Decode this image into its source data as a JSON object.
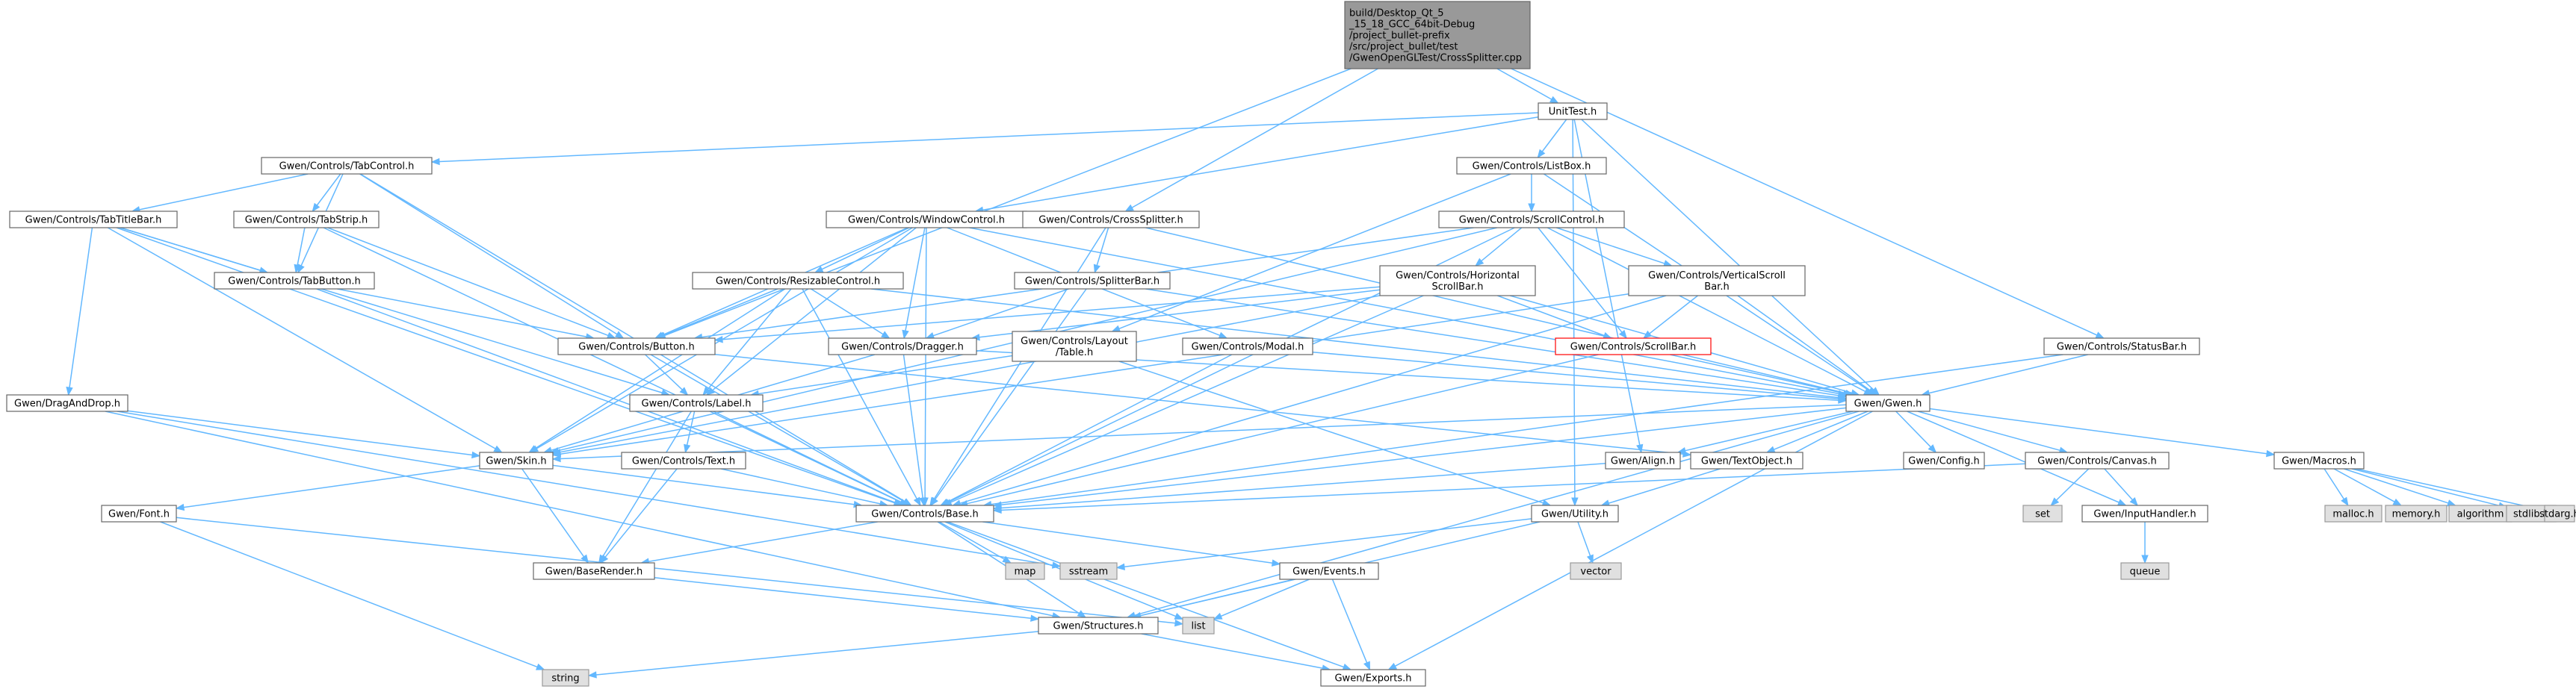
{
  "diagram": {
    "colors": {
      "edge": "#63b8ff",
      "node_fill": "#ffffff",
      "node_border": "#666666",
      "root_fill": "#999999",
      "root_border": "#666666",
      "system_fill": "#e0e0e0",
      "system_border": "#999999",
      "truncated_border": "#ff0000"
    },
    "nodes": [
      {
        "id": "root",
        "label": "build/Desktop_Qt_5_15_18_GCC_64bit-Debug/project_bullet-prefix/src/project_bullet/test/GwenOpenGLTest/CrossSplitter.cpp",
        "lines": [
          "build/Desktop_Qt_5",
          "_15_18_GCC_64bit-Debug",
          "/project_bullet-prefix",
          "/src/project_bullet/test",
          "/GwenOpenGLTest/CrossSplitter.cpp"
        ],
        "kind": "root"
      },
      {
        "id": "unittest",
        "label": "UnitTest.h",
        "lines": [
          "UnitTest.h"
        ],
        "kind": "normal"
      },
      {
        "id": "tabcontrol",
        "label": "Gwen/Controls/TabControl.h",
        "lines": [
          "Gwen/Controls/TabControl.h"
        ],
        "kind": "normal"
      },
      {
        "id": "listbox",
        "label": "Gwen/Controls/ListBox.h",
        "lines": [
          "Gwen/Controls/ListBox.h"
        ],
        "kind": "normal"
      },
      {
        "id": "tabtitlebar",
        "label": "Gwen/Controls/TabTitleBar.h",
        "lines": [
          "Gwen/Controls/TabTitleBar.h"
        ],
        "kind": "normal"
      },
      {
        "id": "tabstrip",
        "label": "Gwen/Controls/TabStrip.h",
        "lines": [
          "Gwen/Controls/TabStrip.h"
        ],
        "kind": "normal"
      },
      {
        "id": "windowcontrol",
        "label": "Gwen/Controls/WindowControl.h",
        "lines": [
          "Gwen/Controls/WindowControl.h"
        ],
        "kind": "normal"
      },
      {
        "id": "crosssplitter",
        "label": "Gwen/Controls/CrossSplitter.h",
        "lines": [
          "Gwen/Controls/CrossSplitter.h"
        ],
        "kind": "normal"
      },
      {
        "id": "scrollcontrol",
        "label": "Gwen/Controls/ScrollControl.h",
        "lines": [
          "Gwen/Controls/ScrollControl.h"
        ],
        "kind": "normal"
      },
      {
        "id": "tabbutton",
        "label": "Gwen/Controls/TabButton.h",
        "lines": [
          "Gwen/Controls/TabButton.h"
        ],
        "kind": "normal"
      },
      {
        "id": "resizable",
        "label": "Gwen/Controls/ResizableControl.h",
        "lines": [
          "Gwen/Controls/ResizableControl.h"
        ],
        "kind": "normal"
      },
      {
        "id": "splitterbar",
        "label": "Gwen/Controls/SplitterBar.h",
        "lines": [
          "Gwen/Controls/SplitterBar.h"
        ],
        "kind": "normal"
      },
      {
        "id": "hscroll",
        "label": "Gwen/Controls/HorizontalScrollBar.h",
        "lines": [
          "Gwen/Controls/Horizontal",
          "ScrollBar.h"
        ],
        "kind": "normal"
      },
      {
        "id": "vscroll",
        "label": "Gwen/Controls/VerticalScrollBar.h",
        "lines": [
          "Gwen/Controls/VerticalScroll",
          "Bar.h"
        ],
        "kind": "normal"
      },
      {
        "id": "button",
        "label": "Gwen/Controls/Button.h",
        "lines": [
          "Gwen/Controls/Button.h"
        ],
        "kind": "normal"
      },
      {
        "id": "dragger",
        "label": "Gwen/Controls/Dragger.h",
        "lines": [
          "Gwen/Controls/Dragger.h"
        ],
        "kind": "normal"
      },
      {
        "id": "layouttable",
        "label": "Gwen/Controls/Layout/Table.h",
        "lines": [
          "Gwen/Controls/Layout",
          "/Table.h"
        ],
        "kind": "normal"
      },
      {
        "id": "modal",
        "label": "Gwen/Controls/Modal.h",
        "lines": [
          "Gwen/Controls/Modal.h"
        ],
        "kind": "normal"
      },
      {
        "id": "scrollbar",
        "label": "Gwen/Controls/ScrollBar.h",
        "lines": [
          "Gwen/Controls/ScrollBar.h"
        ],
        "kind": "truncated"
      },
      {
        "id": "statusbar",
        "label": "Gwen/Controls/StatusBar.h",
        "lines": [
          "Gwen/Controls/StatusBar.h"
        ],
        "kind": "normal"
      },
      {
        "id": "draganddrop",
        "label": "Gwen/DragAndDrop.h",
        "lines": [
          "Gwen/DragAndDrop.h"
        ],
        "kind": "normal"
      },
      {
        "id": "label",
        "label": "Gwen/Controls/Label.h",
        "lines": [
          "Gwen/Controls/Label.h"
        ],
        "kind": "normal"
      },
      {
        "id": "gwen",
        "label": "Gwen/Gwen.h",
        "lines": [
          "Gwen/Gwen.h"
        ],
        "kind": "normal"
      },
      {
        "id": "skin",
        "label": "Gwen/Skin.h",
        "lines": [
          "Gwen/Skin.h"
        ],
        "kind": "normal"
      },
      {
        "id": "text",
        "label": "Gwen/Controls/Text.h",
        "lines": [
          "Gwen/Controls/Text.h"
        ],
        "kind": "normal"
      },
      {
        "id": "align",
        "label": "Gwen/Align.h",
        "lines": [
          "Gwen/Align.h"
        ],
        "kind": "normal"
      },
      {
        "id": "textobject",
        "label": "Gwen/TextObject.h",
        "lines": [
          "Gwen/TextObject.h"
        ],
        "kind": "normal"
      },
      {
        "id": "config",
        "label": "Gwen/Config.h",
        "lines": [
          "Gwen/Config.h"
        ],
        "kind": "normal"
      },
      {
        "id": "canvas",
        "label": "Gwen/Controls/Canvas.h",
        "lines": [
          "Gwen/Controls/Canvas.h"
        ],
        "kind": "normal"
      },
      {
        "id": "macros",
        "label": "Gwen/Macros.h",
        "lines": [
          "Gwen/Macros.h"
        ],
        "kind": "normal"
      },
      {
        "id": "font",
        "label": "Gwen/Font.h",
        "lines": [
          "Gwen/Font.h"
        ],
        "kind": "normal"
      },
      {
        "id": "base",
        "label": "Gwen/Controls/Base.h",
        "lines": [
          "Gwen/Controls/Base.h"
        ],
        "kind": "normal"
      },
      {
        "id": "utility",
        "label": "Gwen/Utility.h",
        "lines": [
          "Gwen/Utility.h"
        ],
        "kind": "normal"
      },
      {
        "id": "inputhandler",
        "label": "Gwen/InputHandler.h",
        "lines": [
          "Gwen/InputHandler.h"
        ],
        "kind": "normal"
      },
      {
        "id": "set",
        "label": "set",
        "lines": [
          "set"
        ],
        "kind": "system"
      },
      {
        "id": "malloc",
        "label": "malloc.h",
        "lines": [
          "malloc.h"
        ],
        "kind": "system"
      },
      {
        "id": "memory",
        "label": "memory.h",
        "lines": [
          "memory.h"
        ],
        "kind": "system"
      },
      {
        "id": "algorithm",
        "label": "algorithm",
        "lines": [
          "algorithm"
        ],
        "kind": "system"
      },
      {
        "id": "stdlib",
        "label": "stdlib.h",
        "lines": [
          "stdlib.h"
        ],
        "kind": "system"
      },
      {
        "id": "stdarg",
        "label": "stdarg.h",
        "lines": [
          "stdarg.h"
        ],
        "kind": "system"
      },
      {
        "id": "baserender",
        "label": "Gwen/BaseRender.h",
        "lines": [
          "Gwen/BaseRender.h"
        ],
        "kind": "normal"
      },
      {
        "id": "map",
        "label": "map",
        "lines": [
          "map"
        ],
        "kind": "system"
      },
      {
        "id": "sstream",
        "label": "sstream",
        "lines": [
          "sstream"
        ],
        "kind": "system"
      },
      {
        "id": "events",
        "label": "Gwen/Events.h",
        "lines": [
          "Gwen/Events.h"
        ],
        "kind": "normal"
      },
      {
        "id": "vector",
        "label": "vector",
        "lines": [
          "vector"
        ],
        "kind": "system"
      },
      {
        "id": "queue",
        "label": "queue",
        "lines": [
          "queue"
        ],
        "kind": "system"
      },
      {
        "id": "list",
        "label": "list",
        "lines": [
          "list"
        ],
        "kind": "system"
      },
      {
        "id": "structures",
        "label": "Gwen/Structures.h",
        "lines": [
          "Gwen/Structures.h"
        ],
        "kind": "normal"
      },
      {
        "id": "string",
        "label": "string",
        "lines": [
          "string"
        ],
        "kind": "system"
      },
      {
        "id": "exports",
        "label": "Gwen/Exports.h",
        "lines": [
          "Gwen/Exports.h"
        ],
        "kind": "normal"
      }
    ],
    "edges": [
      [
        "root",
        "unittest"
      ],
      [
        "root",
        "crosssplitter"
      ],
      [
        "root",
        "statusbar"
      ],
      [
        "root",
        "button"
      ],
      [
        "unittest",
        "tabcontrol"
      ],
      [
        "unittest",
        "listbox"
      ],
      [
        "unittest",
        "windowcontrol"
      ],
      [
        "unittest",
        "gwen"
      ],
      [
        "unittest",
        "align"
      ],
      [
        "unittest",
        "utility"
      ],
      [
        "tabcontrol",
        "tabtitlebar"
      ],
      [
        "tabcontrol",
        "tabstrip"
      ],
      [
        "tabcontrol",
        "tabbutton"
      ],
      [
        "tabcontrol",
        "button"
      ],
      [
        "tabcontrol",
        "base"
      ],
      [
        "listbox",
        "scrollcontrol"
      ],
      [
        "listbox",
        "layouttable"
      ],
      [
        "listbox",
        "gwen"
      ],
      [
        "tabtitlebar",
        "tabbutton"
      ],
      [
        "tabtitlebar",
        "draganddrop"
      ],
      [
        "tabtitlebar",
        "label"
      ],
      [
        "tabtitlebar",
        "skin"
      ],
      [
        "tabtitlebar",
        "base"
      ],
      [
        "tabstrip",
        "tabbutton"
      ],
      [
        "tabstrip",
        "button"
      ],
      [
        "tabstrip",
        "base"
      ],
      [
        "windowcontrol",
        "resizable"
      ],
      [
        "windowcontrol",
        "modal"
      ],
      [
        "windowcontrol",
        "button"
      ],
      [
        "windowcontrol",
        "label"
      ],
      [
        "windowcontrol",
        "dragger"
      ],
      [
        "windowcontrol",
        "skin"
      ],
      [
        "windowcontrol",
        "base"
      ],
      [
        "windowcontrol",
        "gwen"
      ],
      [
        "crosssplitter",
        "splitterbar"
      ],
      [
        "crosssplitter",
        "base"
      ],
      [
        "crosssplitter",
        "gwen"
      ],
      [
        "scrollcontrol",
        "hscroll"
      ],
      [
        "scrollcontrol",
        "vscroll"
      ],
      [
        "scrollcontrol",
        "scrollbar"
      ],
      [
        "scrollcontrol",
        "button"
      ],
      [
        "scrollcontrol",
        "skin"
      ],
      [
        "scrollcontrol",
        "base"
      ],
      [
        "scrollcontrol",
        "gwen"
      ],
      [
        "tabbutton",
        "button"
      ],
      [
        "tabbutton",
        "base"
      ],
      [
        "resizable",
        "button"
      ],
      [
        "resizable",
        "dragger"
      ],
      [
        "resizable",
        "label"
      ],
      [
        "resizable",
        "skin"
      ],
      [
        "resizable",
        "base"
      ],
      [
        "resizable",
        "gwen"
      ],
      [
        "splitterbar",
        "dragger"
      ],
      [
        "splitterbar",
        "base"
      ],
      [
        "splitterbar",
        "gwen"
      ],
      [
        "hscroll",
        "scrollbar"
      ],
      [
        "hscroll",
        "dragger"
      ],
      [
        "hscroll",
        "button"
      ],
      [
        "hscroll",
        "skin"
      ],
      [
        "hscroll",
        "base"
      ],
      [
        "hscroll",
        "gwen"
      ],
      [
        "vscroll",
        "scrollbar"
      ],
      [
        "vscroll",
        "skin"
      ],
      [
        "vscroll",
        "base"
      ],
      [
        "vscroll",
        "gwen"
      ],
      [
        "button",
        "label"
      ],
      [
        "button",
        "base"
      ],
      [
        "button",
        "textobject"
      ],
      [
        "dragger",
        "base"
      ],
      [
        "dragger",
        "skin"
      ],
      [
        "dragger",
        "gwen"
      ],
      [
        "layouttable",
        "label"
      ],
      [
        "layouttable",
        "utility"
      ],
      [
        "modal",
        "base"
      ],
      [
        "modal",
        "gwen"
      ],
      [
        "scrollbar",
        "base"
      ],
      [
        "scrollbar",
        "gwen"
      ],
      [
        "statusbar",
        "gwen"
      ],
      [
        "statusbar",
        "base"
      ],
      [
        "draganddrop",
        "skin"
      ],
      [
        "draganddrop",
        "structures"
      ],
      [
        "draganddrop",
        "sstream"
      ],
      [
        "label",
        "text"
      ],
      [
        "label",
        "base"
      ],
      [
        "label",
        "baserender"
      ],
      [
        "gwen",
        "skin"
      ],
      [
        "gwen",
        "align"
      ],
      [
        "gwen",
        "textobject"
      ],
      [
        "gwen",
        "config"
      ],
      [
        "gwen",
        "canvas"
      ],
      [
        "gwen",
        "macros"
      ],
      [
        "gwen",
        "base"
      ],
      [
        "gwen",
        "inputhandler"
      ],
      [
        "gwen",
        "structures"
      ],
      [
        "gwen",
        "exports"
      ],
      [
        "skin",
        "font"
      ],
      [
        "skin",
        "baserender"
      ],
      [
        "skin",
        "base"
      ],
      [
        "text",
        "baserender"
      ],
      [
        "text",
        "base"
      ],
      [
        "align",
        "base"
      ],
      [
        "textobject",
        "utility"
      ],
      [
        "canvas",
        "base"
      ],
      [
        "canvas",
        "inputhandler"
      ],
      [
        "canvas",
        "set"
      ],
      [
        "macros",
        "malloc"
      ],
      [
        "macros",
        "memory"
      ],
      [
        "macros",
        "algorithm"
      ],
      [
        "macros",
        "stdlib"
      ],
      [
        "macros",
        "stdarg"
      ],
      [
        "font",
        "string"
      ],
      [
        "font",
        "list"
      ],
      [
        "base",
        "baserender"
      ],
      [
        "base",
        "events"
      ],
      [
        "base",
        "map"
      ],
      [
        "base",
        "list"
      ],
      [
        "base",
        "structures"
      ],
      [
        "base",
        "exports"
      ],
      [
        "utility",
        "sstream"
      ],
      [
        "utility",
        "vector"
      ],
      [
        "utility",
        "structures"
      ],
      [
        "inputhandler",
        "queue"
      ],
      [
        "baserender",
        "structures"
      ],
      [
        "events",
        "structures"
      ],
      [
        "events",
        "list"
      ],
      [
        "events",
        "exports"
      ],
      [
        "structures",
        "string"
      ],
      [
        "structures",
        "exports"
      ]
    ]
  }
}
